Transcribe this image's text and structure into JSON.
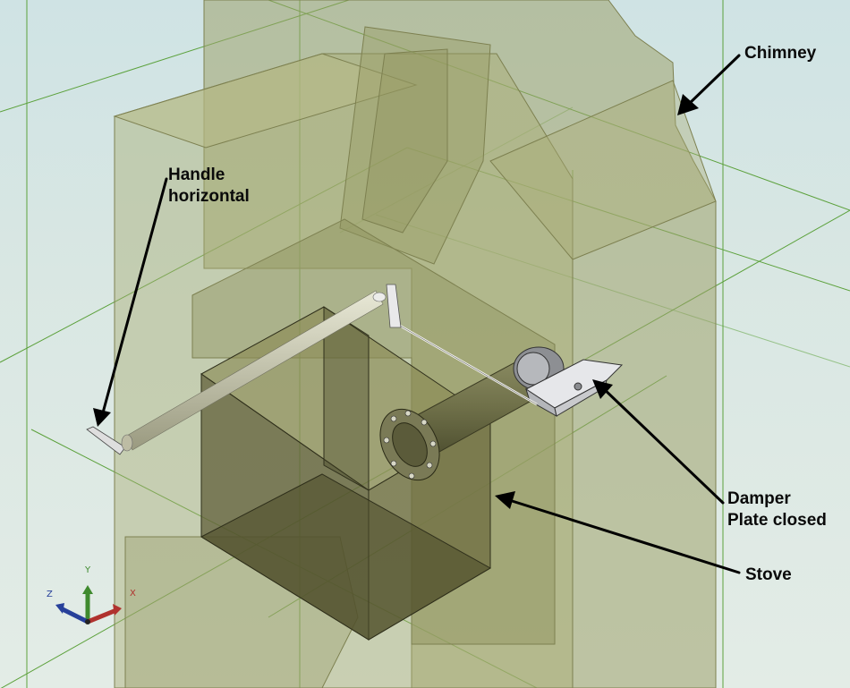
{
  "annotations": {
    "chimney": "Chimney",
    "handle": [
      "Handle",
      "horizontal"
    ],
    "damper": [
      "Damper",
      "Plate closed"
    ],
    "stove": "Stove"
  },
  "triad": {
    "x": "X",
    "y": "Y",
    "z": "Z"
  },
  "colors": {
    "chimney_fill": "#9ea36b",
    "stove_fill": "#6c6b3e",
    "guide_lines": "#4f9a2a",
    "arrow": "#000000",
    "axis_x": "#b0322e",
    "axis_y": "#3f8a2e",
    "axis_z": "#27409a"
  }
}
